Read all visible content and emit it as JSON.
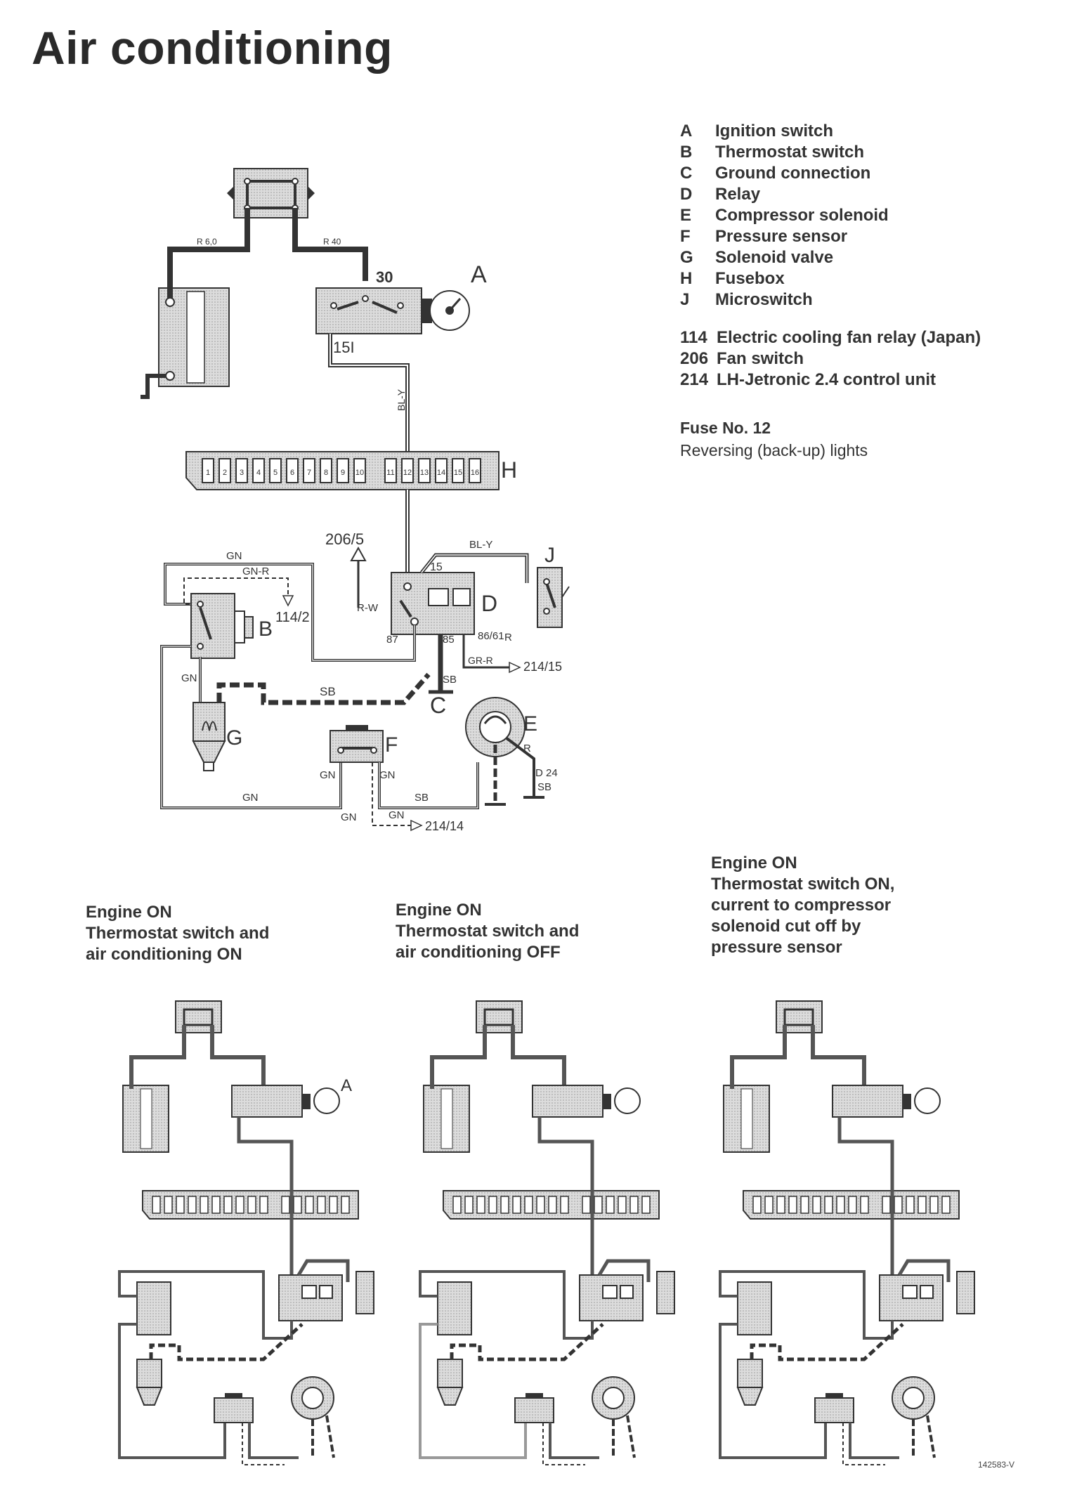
{
  "title": "Air conditioning",
  "legend": [
    {
      "key": "A",
      "label": "Ignition switch"
    },
    {
      "key": "B",
      "label": "Thermostat switch"
    },
    {
      "key": "C",
      "label": "Ground connection"
    },
    {
      "key": "D",
      "label": "Relay"
    },
    {
      "key": "E",
      "label": "Compressor solenoid"
    },
    {
      "key": "F",
      "label": "Pressure sensor"
    },
    {
      "key": "G",
      "label": "Solenoid valve"
    },
    {
      "key": "H",
      "label": "Fusebox"
    },
    {
      "key": "J",
      "label": "Microswitch"
    }
  ],
  "references": [
    {
      "key": "114",
      "label": "Electric cooling fan relay (Japan)"
    },
    {
      "key": "206",
      "label": "Fan switch"
    },
    {
      "key": "214",
      "label": "LH-Jetronic 2.4 control unit"
    }
  ],
  "fuse": {
    "title": "Fuse No. 12",
    "description": "Reversing (back-up) lights"
  },
  "captions": [
    {
      "lines": [
        "Engine ON",
        "Thermostat switch and",
        "air conditioning ON"
      ]
    },
    {
      "lines": [
        "Engine ON",
        "Thermostat switch and",
        "air conditioning OFF"
      ]
    },
    {
      "lines": [
        "Engine ON",
        "Thermostat switch ON,",
        "current to compressor",
        "solenoid cut off by",
        "pressure sensor"
      ]
    }
  ],
  "diagram": {
    "component_letters": [
      "A",
      "B",
      "C",
      "D",
      "E",
      "F",
      "G",
      "H",
      "J"
    ],
    "wire_labels": {
      "r60": "R 6,0",
      "r40": "R 40",
      "bly": "BL-Y",
      "gn": "GN",
      "gnr": "GN-R",
      "rw": "R-W",
      "sb": "SB",
      "r": "R",
      "grr": "GR-R"
    },
    "terminal_labels": {
      "t30": "30",
      "t15i": "15I",
      "t15": "15",
      "t87": "87",
      "t85": "85",
      "t86": "86/61"
    },
    "connectors": {
      "c206": "206/5",
      "c114": "114/2",
      "c214_15": "214/15",
      "c214_14": "214/14",
      "d24": "D 24"
    },
    "fuse_numbers": [
      "1",
      "2",
      "3",
      "4",
      "5",
      "6",
      "7",
      "8",
      "9",
      "10",
      "11",
      "12",
      "13",
      "14",
      "15",
      "16"
    ],
    "figure_code": "142583-V"
  }
}
